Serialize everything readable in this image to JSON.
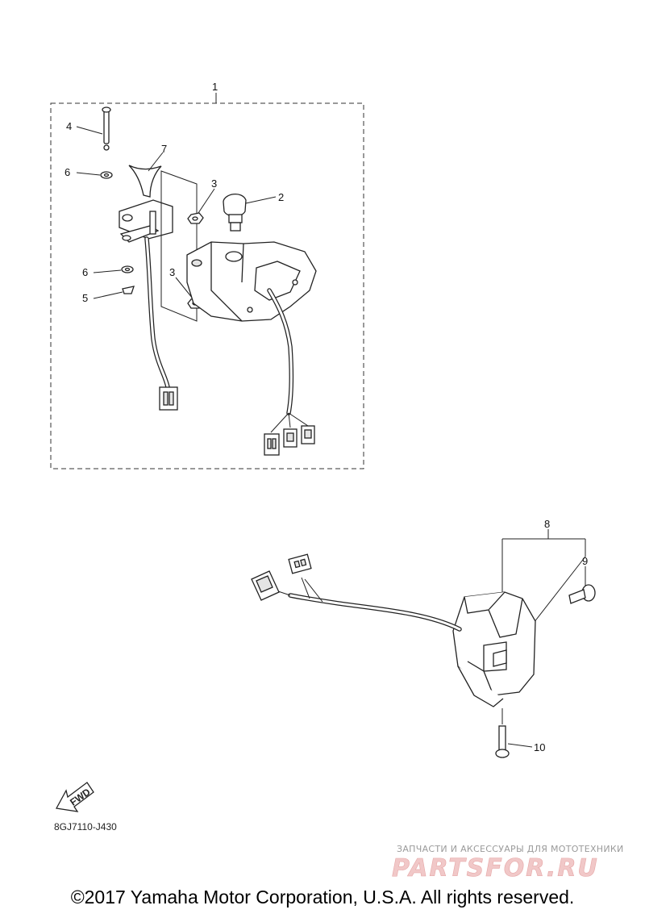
{
  "diagram": {
    "kit_box_label": "1",
    "callouts": {
      "c1": "1",
      "c2": "2",
      "c3a": "3",
      "c3b": "3",
      "c4": "4",
      "c5": "5",
      "c6a": "6",
      "c6b": "6",
      "c7": "7",
      "c8": "8",
      "c9": "9",
      "c10": "10"
    },
    "fwd_label": "FWD",
    "drawing_code": "8GJ7110-J430"
  },
  "watermark": {
    "tagline": "ЗАПЧАСТИ И АКСЕССУАРЫ ДЛЯ МОТОТЕХНИКИ",
    "logo": "PARTSFOR.RU"
  },
  "footer": {
    "copyright": "©2017 Yamaha Motor Corporation, U.S.A. All rights reserved."
  }
}
